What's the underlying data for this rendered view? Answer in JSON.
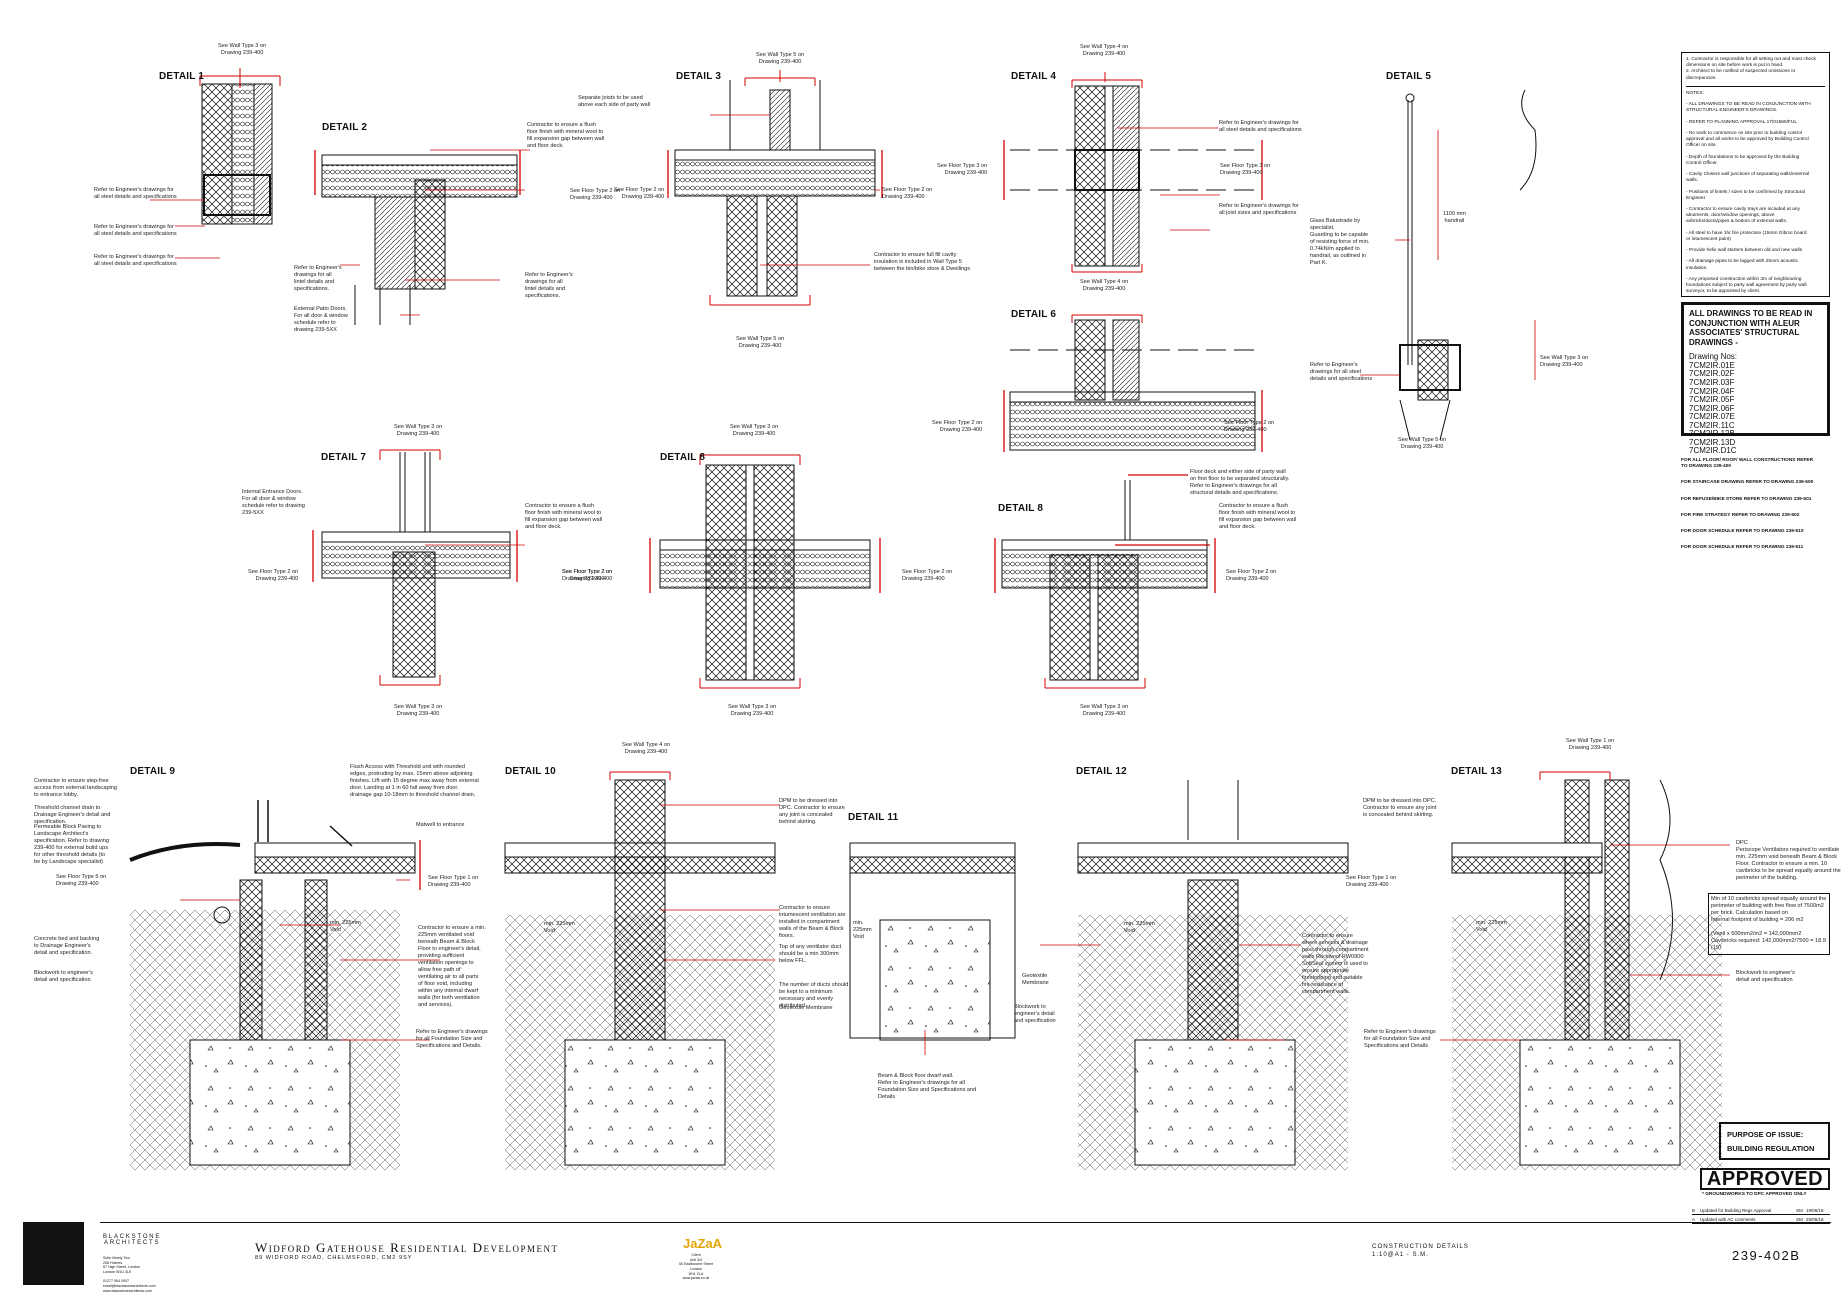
{
  "details": [
    {
      "id": "d1",
      "title": "DETAIL 1"
    },
    {
      "id": "d2",
      "title": "DETAIL 2"
    },
    {
      "id": "d3",
      "title": "DETAIL 3"
    },
    {
      "id": "d4",
      "title": "DETAIL 4"
    },
    {
      "id": "d5",
      "title": "DETAIL 5"
    },
    {
      "id": "d6",
      "title": "DETAIL 6"
    },
    {
      "id": "d7",
      "title": "DETAIL 7"
    },
    {
      "id": "d8",
      "title": "DETAIL 8"
    },
    {
      "id": "d8b",
      "title": "DETAIL 8"
    },
    {
      "id": "d9",
      "title": "DETAIL 9"
    },
    {
      "id": "d10",
      "title": "DETAIL 10"
    },
    {
      "id": "d11",
      "title": "DETAIL 11"
    },
    {
      "id": "d12",
      "title": "DETAIL 12"
    },
    {
      "id": "d13",
      "title": "DETAIL 13"
    }
  ],
  "annotations": {
    "d1_wall": "See Wall Type 3 on\nDrawing 239-400",
    "d1_eng1": "Refer to Engineer's drawings for\nall steel details and specifications",
    "d1_eng2": "Refer to Engineer's drawings for\nall steel details and specifications",
    "d1_eng3": "Refer to Engineer's drawings for\nall steel details and specifications",
    "d2_contractor": "Contractor to ensure a flush\nfloor finish with mineral wool to\nfill expansion gap between wall\nand floor deck.",
    "d2_floor": "See Floor Type 2 on\nDrawing 239-400",
    "d2_lintel_l": "Refer to Engineer's\ndrawings for all\nlintel details and\nspecifications.",
    "d2_lintel_r": "Refer to Engineer's\ndrawings for all\nlintel details and\nspecifications.",
    "d2_patio": "External Patio Doors.\nFor all door & window\nschedule refer to\ndrawing 239-5XX",
    "d3_wall": "See Wall Type 5 on\nDrawing 239-400",
    "d3_joists": "Separate joists to be used\nabove each side of party wall",
    "d3_floor_l": "See Floor Type 2 on\nDrawing 239-400",
    "d3_floor_r": "See Floor Type 2 on\nDrawing 239-400",
    "d3_cavity": "Contractor to ensure full fill cavity\ninsulation is included in Wall Type 5\nbetween the bin/bike store & Dwellings",
    "d3_wall_b": "See Wall Type 5 on\nDrawing 239-400",
    "d4_wall": "See Wall Type 4 on\nDrawing 239-400",
    "d4_eng1": "Refer to Engineer's drawings for\nall steel details and specifications",
    "d4_floor_l": "See Floor Type 3 on\nDrawing 239-400",
    "d4_floor_r": "See Floor Type 3 on\nDrawing 239-400",
    "d4_eng2": "Refer to Engineer's drawings for\nall joist sizes and specifications",
    "d6_wall": "See Wall Type 4 on\nDrawing 239-400",
    "d6_floor_l": "See Floor Type 2 on\nDrawing 239-400",
    "d6_floor_r": "See Floor Type 2 on\nDrawing 239-400",
    "d6_deck": "Floor deck and  either side of party wall\non first floor to be separated structurally.\nRefer to Engineer's drawings for all\nstructural details and specifications.",
    "d5_glass": "Glass Balustrade by\nspecialist.\nGuarding to be capable\nof resisting force of min.\n0.74kN/m applied to\nhandrail, as outlined in\nPart K.",
    "d5_handrail": "1100 mm\nhandrail",
    "d5_eng": "Refer to Engineer's\ndrawings for all steel\ndetails and specifications",
    "d5_wall_r": "See Wall Type 3 on\nDrawing 239-400",
    "d5_wall_b": "See Wall Type 5 on\nDrawing 239-400",
    "d7_wall": "See Wall Type 3 on\nDrawing 239-400",
    "d7_doors": "Internal Entrance Doors.\nFor all door & window\nschedule refer to drawing\n239-5XX",
    "d7_contractor": "Contractor to ensure a flush\nfloor finish with mineral wool to\nfill expansion gap between wall\nand floor deck.",
    "d7_floor_l": "See Floor Type 2 on\nDrawing 239-400",
    "d7_floor_r": "See Floor Type 2 on\nDrawing 239-400",
    "d7_wall_b": "See Wall Type 3 on\nDrawing 239-400",
    "d8_wall": "See Wall Type 3 on\nDrawing 239-400",
    "d8_floor_l": "See Floor Type 2 on\nDrawing 239-400",
    "d8_floor_r": "See Floor Type 2 on\nDrawing 239-400",
    "d8_wall_b": "See Wall Type 3 on\nDrawing 239-400",
    "d8b_contractor": "Contractor to ensure a flush\nfloor finish with mineral wool to\nfill expansion gap between wall\nand floor deck.",
    "d8b_floor_r": "See Floor Type 2 on\nDrawing 239-400",
    "d8b_wall_b": "See Wall Type 3 on\nDrawing 239-400",
    "d9_stepfree": "Contractor to ensure step-free\naccess from external landscaping\nto entrance lobby.",
    "d9_threshold": "Threshold channel drain to\nDrainage Engineer's detail and\nspecification.",
    "d9_paving": "Permeable Block Paving to\nLandscape Architect's\nspecification. Refer to drawing\n239-400 for external build ups\nfor other threshold details (to\nbe by Landscape specialist)",
    "d9_floor": "See Floor Type 5 on\nDrawing 239-400",
    "d9_concrete": "Concrete bed and backing\nto Drainage Engineer's\ndetail and specification.",
    "d9_blockwork": "Blockwork to engineer's\ndetail and specification",
    "d9_flush": "Flush Access with Threshold unit with rounded\nedges, protruding by max. 15mm above adjoining\nfinishes. Lift with 15 degree max away from external\ndoor. Landing at 1 in 60 fall away from door.\ndrainage gap 10-18mm to threshold channel drain.",
    "d9_matwell": "Matwell to entrance",
    "d9_floor1": "See Floor Type 1 on\nDrawing 239-400",
    "d9_void": "min. 225mm\nVoid",
    "d9_vent": "Contractor to ensure a min.\n225mm ventilated void\nbeneath Beam & Block\nFloor to engineer's detail,\nproviding sufficient\nventilation openings to\nallow free path of\nventilating air to all parts\nof floor void, including\nwithin any internal dwarf\nwalls (for both ventilation\nand services).",
    "d9_found": "Refer to Engineer's drawings\nfor all Foundation Size and\nSpecifications and Details.",
    "d10_wall": "See Wall Type 4 on\nDrawing 239-400",
    "d10_dpm": "DPM to be dressed into\nDPC. Contractor to ensure\nany joint is concealed\nbehind skirting.",
    "d10_void": "min. 225mm\nVoid",
    "d10_intumescent": "Contractor to ensure\nintumescent ventilation are\ninstalled in compartment\nwalls of the Beam & Block\nfloors.",
    "d10_duct": "Top of any ventilator duct\nshould be a min 300mm\nbelow FFL.",
    "d10_ducts": "The number of ducts should\nbe kept to a minimum\nnecessary and evenly\ndistributed.",
    "d10_geo": "Geotextile Membrane",
    "d11_void": "min.\n225mm\nVoid",
    "d11_dwarf": "Beam & Block floor dwarf wall.\nRefer to Engineer's drawings for all\nFoundation Size and Specifications and\nDetails",
    "d12_geo": "Geotextile\nMembrane",
    "d12_block": "Blockwork to\nengineer's detail\nand specification",
    "d12_void": "min. 225mm\nVoid",
    "d12_floor": "See Floor Type 1 on\nDrawing 239-400",
    "d12_services": "Contractor to ensure\nwhere services & drainage\npass through compartment\nwalls Rockwool RW0900\nSoftSeal system is used to\nensure appropriate\nfirestopping and suitable\nfire resistance of\ncompartment walls.",
    "d12_found": "Refer to Engineer's drawings\nfor all Foundation Size and\nSpecifications and Details",
    "d13_wall": "See Wall Type 1 on\nDrawing 239-400",
    "d13_dpm": "DPM to be dressed into DPC.\nContractor to ensure any joint\nis concealed behind skirting.",
    "d13_void": "min. 225mm\nVoid",
    "d13_dpc": "DPC",
    "d13_periscope": "Periscope Ventilators required to ventilate\nmin. 225mm void beneath Beam & Block\nFloor. Contractor to ensure a min. 10\ncavibricks to be spread equally around the\nperimeter of the building.",
    "d13_calc": "Min of 10 cavibricks spread equally around the\nperimeter of building with free flow of 7500m2\nper brick. Calculation based on\nInternal footprint of building = 206 m2\n\n(Ventl x 500mm2/m2 = 142,000mm2\nCavibricks required: 142,000mm2/7500 = 18.9\n(19)",
    "d13_block": "Blockwork to engineer's\ndetail and specification"
  },
  "notes": {
    "top": "1. Contractor is responsible for all setting out and must check\n   dimensions on site before work is put in hand.\n2. Architect to be notified of suspected omissions or discrepancies.",
    "heading": "NOTES:",
    "items": [
      "- ALL DRAWINGS TO BE READ IN CONJUNCTION WITH\nSTRUCTURAL ENGINEER'S DRAWINGS.",
      "- REFER TO PLANNING APPROVAL 17/01560/FUL",
      "- No work to commence on site prior to building control\napproval and all works to be approved by Building Control\nOfficer on site.",
      "- Depth of foundations to be approved by the Building\nControl Officer.",
      "- Cavity Closers wall junctions of separating walls/external\nwalls.",
      "- Positions of lintels / sizes to be confirmed by Structural\nEngineer.",
      "- Contractor to ensure cavity trays are included at any\nabutments, door/window openings, above\nairbricks/ducts/pipes & bottom of external walls.",
      "- All steel to have 1hr fire protection (15mm Gibroc board\nor intumescent paint)",
      "- Provide helix wall starters between old and new walls",
      "- All drainage pipes to be lagged with 25mm acoustic\ninsulation.",
      "- Any proposed construction within 3m of neighbouring\nfoundations subject to party wall agreement by party wall\nsurveyor, to be appointed by client."
    ]
  },
  "structural": {
    "heading": "ALL DRAWINGS TO BE READ IN CONJUNCTION WITH ALEUR ASSOCIATES' STRUCTURAL DRAWINGS -",
    "list": "Drawing Nos:\n7CM2IR.01E\n7CM2IR.02F\n7CM2IR.03F\n7CM2IR.04F\n7CM2IR.05F\n7CM2IR.06F\n7CM2IR.07E\n7CM2IR.11C\n7CM2IR.12B\n7CM2IR.13D\n7CM2IR.D1C"
  },
  "refs": [
    "FOR ALL FLOOR/ ROOF/ WALL CONSTRUCTIONS REFER\nTO DRAWING 239-400",
    "FOR STAIRCASE DRAWING REFER TO DRAWING 239-500",
    "FOR REFUSE/BIKE STORE REFER TO DRAWING 239-501",
    "FOR FIRE STRATEGY REFER TO DRAWING 239-502",
    "FOR DOOR SCHEDULE REFER TO DRAWING 239-510",
    "FOR DOOR SCHEDULE REFER TO DRAWING 239-511"
  ],
  "purpose": {
    "label": "PURPOSE OF ISSUE:",
    "value": "BUILDING REGULATION"
  },
  "approved": {
    "label": "APPROVED",
    "sub": "* GROUNDWORKS TO DPC APPROVED ONLY"
  },
  "revisions": [
    {
      "rev": "B",
      "desc": "Updated for Building Regs Approval",
      "by": "SM",
      "date": "19/06/18"
    },
    {
      "rev": "A",
      "desc": "Updated with AC comments",
      "by": "SM",
      "date": "25/05/18"
    }
  ],
  "titleblock": {
    "architect": "BLACKSTONE\nARCHITECTS",
    "architect_sub": "Suite Ninety Two\n208 Holmes\n87 High Street, London\nLondon W1U 3LE\n\n01277 554 0007\nemail@blackstonearchitects.com\nwww.blackstonearchitects.com",
    "project": "Widford Gatehouse Residential Development",
    "address": "89 WIDFORD ROAD, CHELMSFORD, CM2 9SY",
    "client": "JaZaA",
    "client_sub": "Client\nUnit 3/4\n50 Eastbourne Street\nLondon\nW11 2LU\nwww.jazaa.co.uk",
    "drawing_type": "CONSTRUCTION DETAILS",
    "scale": "1:10@A1 - S.M.",
    "number": "239-402B"
  },
  "colors": {
    "red": "#d40000",
    "line": "#111111"
  }
}
